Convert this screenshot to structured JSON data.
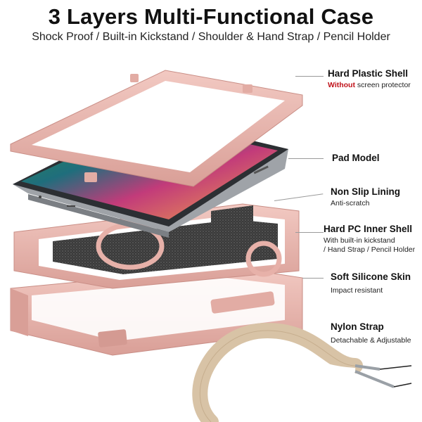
{
  "header": {
    "title": "3 Layers Multi-Functional Case",
    "subtitle": "Shock Proof / Built-in Kickstand / Shoulder & Hand Strap / Pencil Holder"
  },
  "callouts": [
    {
      "heading": "Hard Plastic Shell",
      "emphasis": "Without",
      "detail": "screen protector"
    },
    {
      "heading": "Pad Model"
    },
    {
      "heading": "Non Slip Lining",
      "detail": "Anti-scratch"
    },
    {
      "heading": "Hard PC Inner Shell",
      "detail": "With built-in kickstand",
      "detail2": "/ Hand Strap / Pencil Holder"
    },
    {
      "heading": "Soft Silicone Skin",
      "detail": "Impact resistant"
    },
    {
      "heading": "Nylon Strap",
      "detail": "Detachable & Adjustable"
    }
  ],
  "colors": {
    "rose_gold": "#e8b5ad",
    "rose_dark": "#c98e86",
    "strap": "#d8c3a6",
    "tablet": "#3a3d42",
    "lining": "#3b3b3b"
  }
}
